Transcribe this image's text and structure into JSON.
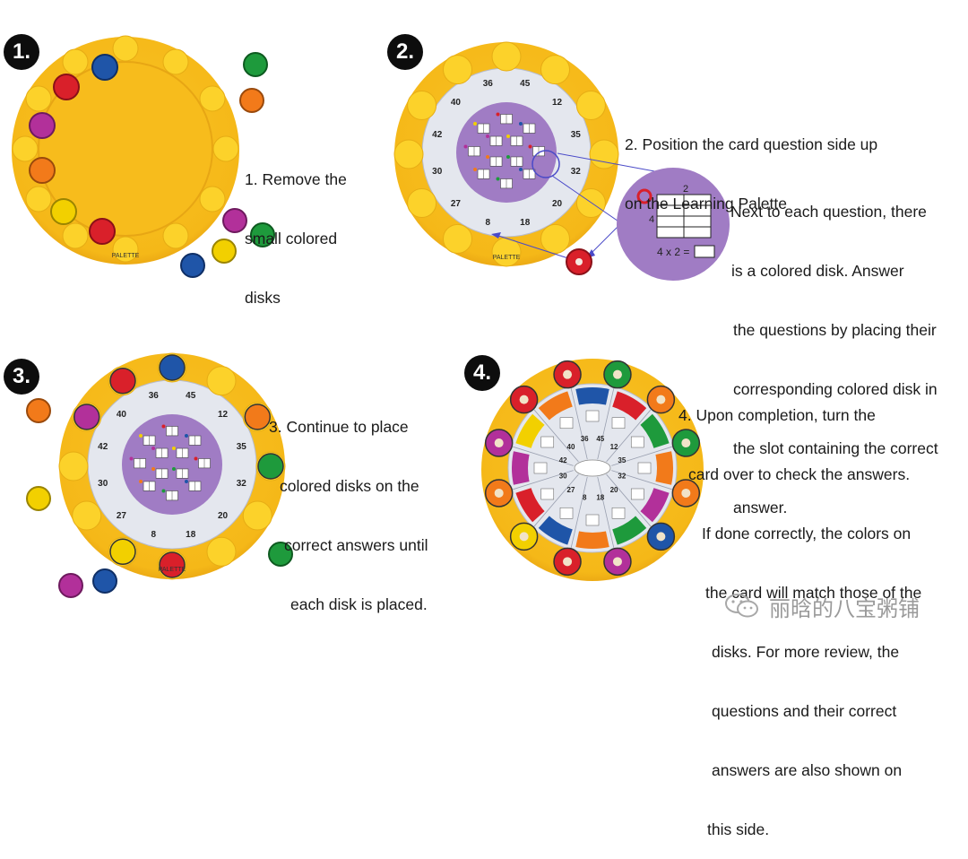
{
  "steps": [
    {
      "badge": "1.",
      "lines": [
        "1. Remove the",
        "small colored",
        "disks"
      ]
    },
    {
      "badge": "2.",
      "lines": [
        "2. Position the card question side up",
        "on the Learning Palette"
      ]
    },
    {
      "badge": "3.",
      "lines": [
        "3. Continue to place",
        "colored disks on the",
        "correct answers until",
        "each disk is placed."
      ]
    },
    {
      "badge": "4.",
      "lines": [
        "4. Upon completion, turn the",
        "card over to check the answers.",
        "If done correctly, the colors on",
        "the card will match those of the",
        "disks. For more review, the",
        "questions and their correct",
        "answers are also shown on",
        "this side."
      ]
    }
  ],
  "callout": {
    "lines": [
      "Next to each question, there",
      "is a colored disk. Answer",
      "the questions by placing their",
      "corresponding colored disk in",
      "the slot containing the correct",
      "answer."
    ],
    "zoom_top": "2",
    "zoom_left": "4",
    "zoom_equation": "4 x 2 ="
  },
  "card_numbers": [
    "36",
    "45",
    "12",
    "35",
    "32",
    "20",
    "18",
    "8",
    "27",
    "30",
    "42",
    "40"
  ],
  "palette_label": "PALETTE",
  "watermark": "丽晗的八宝粥铺",
  "colors": {
    "palette_yellow": "#f5b818",
    "slot_yellow": "#fcd22a",
    "card_purple": "#a07cc4",
    "card_gray": "#e4e7ee",
    "disk_red": "#d9202a",
    "disk_blue": "#1f55a8",
    "disk_green": "#1e9a3c",
    "disk_orange": "#f27a1a",
    "disk_magenta": "#b2309a",
    "disk_yellow": "#f2d000"
  }
}
